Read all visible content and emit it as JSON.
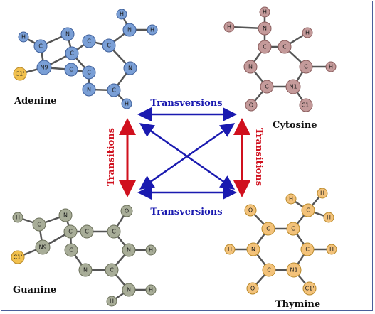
{
  "molecules": {
    "adenine": "Adenine",
    "cytosine": "Cytosine",
    "guanine": "Guanine",
    "thymine": "Thymine"
  },
  "labels": {
    "transversions_top": "Transversions",
    "transversions_bottom": "Transversions",
    "transitions_left": "Transitions",
    "transitions_right": "Transitions"
  },
  "atoms": {
    "H": "H",
    "C": "C",
    "N": "N",
    "O": "O",
    "N9": "N9",
    "N1": "N1",
    "C1": "C1'"
  },
  "colors": {
    "adenine": "#7a9fd6",
    "cytosine": "#c49a9a",
    "guanine": "#a8ad98",
    "thymine": "#f3c27a",
    "c1": "#f2c14e",
    "transversion_arrow": "#1a1ab0",
    "transition_arrow": "#d0101e"
  }
}
